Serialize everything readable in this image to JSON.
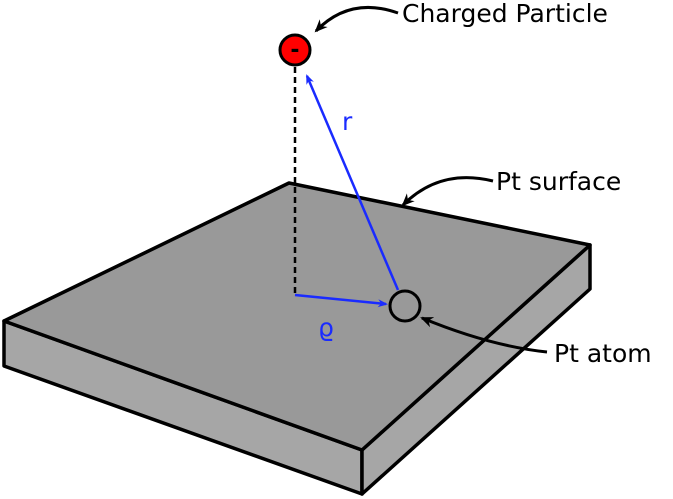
{
  "labels": {
    "charged_particle": "Charged Particle",
    "pt_surface": "Pt surface",
    "pt_atom": "Pt atom",
    "r_vector": "r",
    "rho_vector": "ϱ",
    "charge_sign": "-"
  },
  "colors": {
    "surface_top": "#999999",
    "surface_side": "#a6a6a6",
    "vector": "#1a2bff",
    "particle_fill": "#ff0000",
    "atom_fill": "#999999",
    "outline": "#000000"
  }
}
